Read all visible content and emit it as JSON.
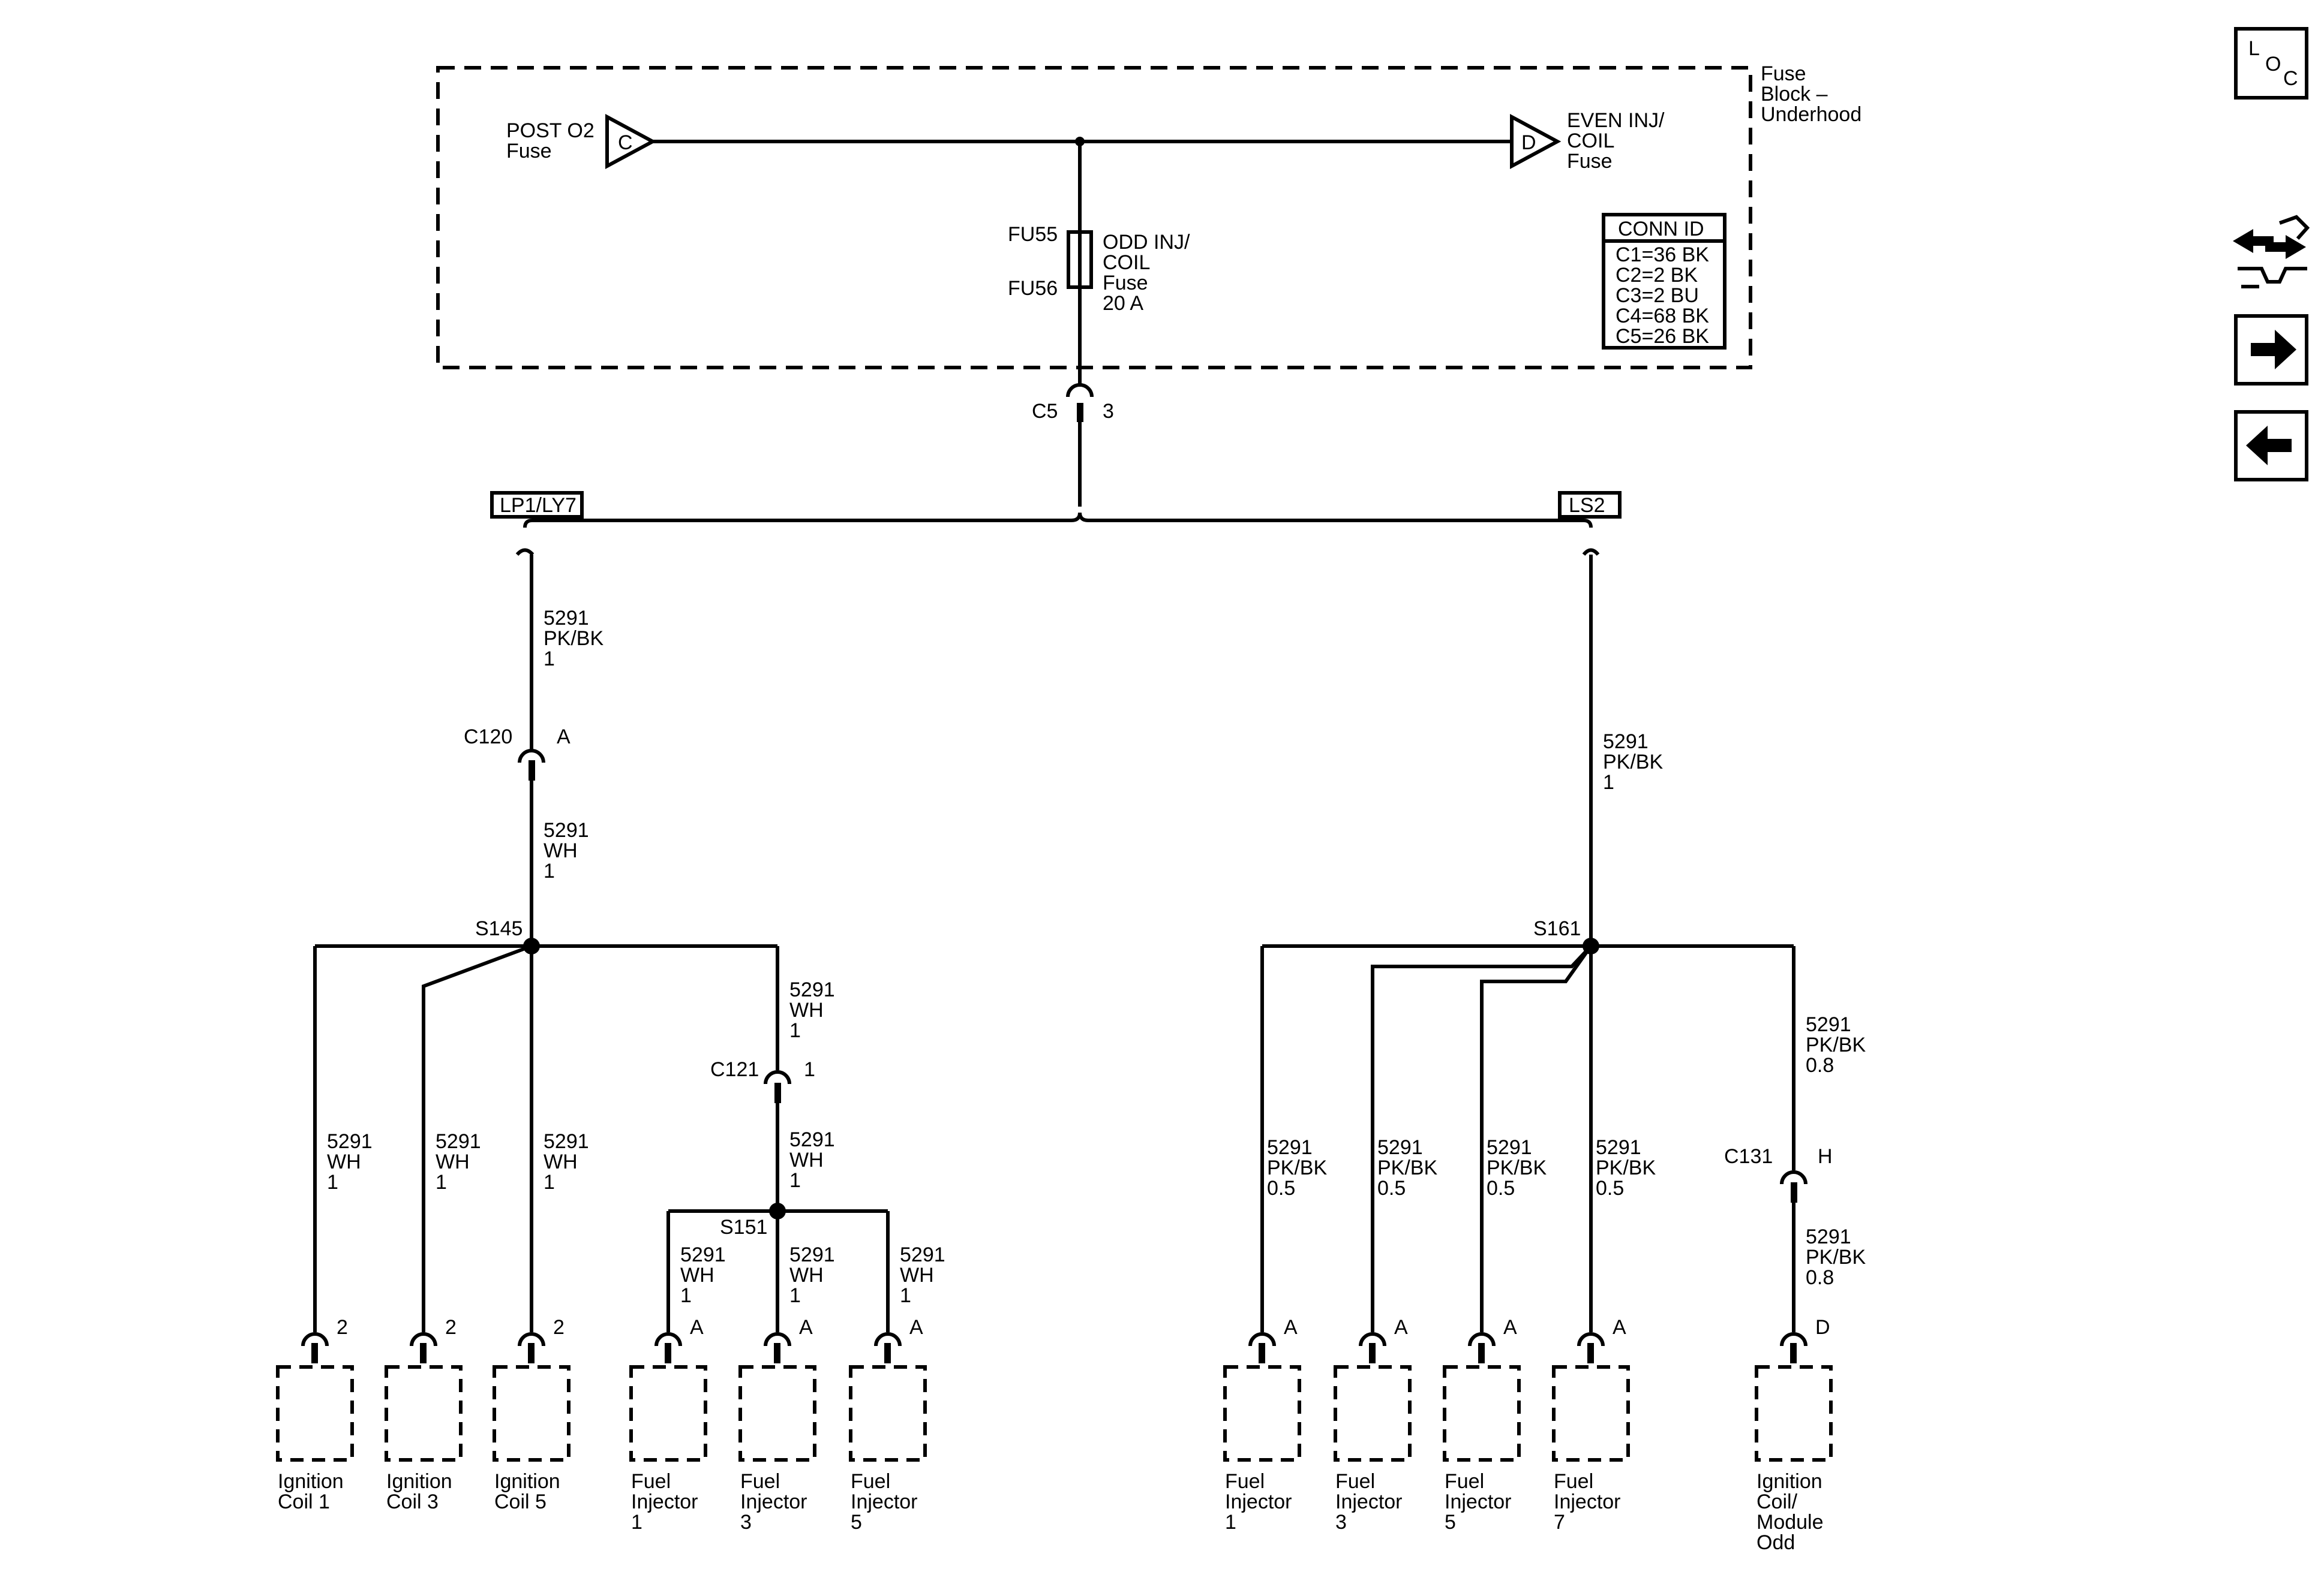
{
  "fuse_block": {
    "title_lines": [
      "Fuse",
      "Block –",
      "Underhood"
    ],
    "left_terminal": {
      "letter": "C",
      "label_lines": [
        "POST O2",
        "Fuse"
      ]
    },
    "right_terminal": {
      "letter": "D",
      "label_lines": [
        "EVEN INJ/",
        "COIL",
        "Fuse"
      ]
    },
    "fuse": {
      "ids": [
        "FU55",
        "FU56"
      ],
      "label_lines": [
        "ODD INJ/",
        "COIL",
        "Fuse",
        "20 A"
      ]
    },
    "conn_id": {
      "header": "CONN ID",
      "rows": [
        "C1=36 BK",
        "C2=2 BK",
        "C3=2 BU",
        "C4=68 BK",
        "C5=26 BK"
      ]
    }
  },
  "top_connector": {
    "name": "C5",
    "pin": "3"
  },
  "options": {
    "left": "LP1/LY7",
    "right": "LS2"
  },
  "left_branch": {
    "trunk_wire": [
      "5291",
      "PK/BK",
      "1"
    ],
    "connector_c120": {
      "name": "C120",
      "pin": "A"
    },
    "wire_after_c120": [
      "5291",
      "WH",
      "1"
    ],
    "splice": "S145",
    "c121_wire_in": [
      "5291",
      "WH",
      "1"
    ],
    "connector_c121": {
      "name": "C121",
      "pin": "1"
    },
    "c121_wire_out": [
      "5291",
      "WH",
      "1"
    ],
    "splice_s151": "S151",
    "components": [
      {
        "label_lines": [
          "Ignition",
          "Coil 1"
        ],
        "pin": "2",
        "wire": [
          "5291",
          "WH",
          "1"
        ]
      },
      {
        "label_lines": [
          "Ignition",
          "Coil 3"
        ],
        "pin": "2",
        "wire": [
          "5291",
          "WH",
          "1"
        ]
      },
      {
        "label_lines": [
          "Ignition",
          "Coil 5"
        ],
        "pin": "2",
        "wire": [
          "5291",
          "WH",
          "1"
        ]
      },
      {
        "label_lines": [
          "Fuel",
          "Injector",
          "1"
        ],
        "pin": "A",
        "wire": [
          "5291",
          "WH",
          "1"
        ]
      },
      {
        "label_lines": [
          "Fuel",
          "Injector",
          "3"
        ],
        "pin": "A",
        "wire": [
          "5291",
          "WH",
          "1"
        ]
      },
      {
        "label_lines": [
          "Fuel",
          "Injector",
          "5"
        ],
        "pin": "A",
        "wire": [
          "5291",
          "WH",
          "1"
        ]
      }
    ]
  },
  "right_branch": {
    "trunk_wire": [
      "5291",
      "PK/BK",
      "1"
    ],
    "splice": "S161",
    "c131_wire_in": [
      "5291",
      "PK/BK",
      "0.8"
    ],
    "connector_c131": {
      "name": "C131",
      "pin": "H"
    },
    "c131_wire_out": [
      "5291",
      "PK/BK",
      "0.8"
    ],
    "components": [
      {
        "label_lines": [
          "Fuel",
          "Injector",
          "1"
        ],
        "pin": "A",
        "wire": [
          "5291",
          "PK/BK",
          "0.5"
        ]
      },
      {
        "label_lines": [
          "Fuel",
          "Injector",
          "3"
        ],
        "pin": "A",
        "wire": [
          "5291",
          "PK/BK",
          "0.5"
        ]
      },
      {
        "label_lines": [
          "Fuel",
          "Injector",
          "5"
        ],
        "pin": "A",
        "wire": [
          "5291",
          "PK/BK",
          "0.5"
        ]
      },
      {
        "label_lines": [
          "Fuel",
          "Injector",
          "7"
        ],
        "pin": "A",
        "wire": [
          "5291",
          "PK/BK",
          "0.5"
        ]
      },
      {
        "label_lines": [
          "Ignition",
          "Coil/",
          "Module",
          "Odd"
        ],
        "pin": "D"
      }
    ]
  },
  "nav": {
    "loc": {
      "letters": [
        "L",
        "O",
        "C"
      ],
      "icon": "loc-icon"
    },
    "icons": [
      "connector-pinout-icon",
      "next-page-arrow-icon",
      "previous-page-arrow-icon"
    ]
  }
}
